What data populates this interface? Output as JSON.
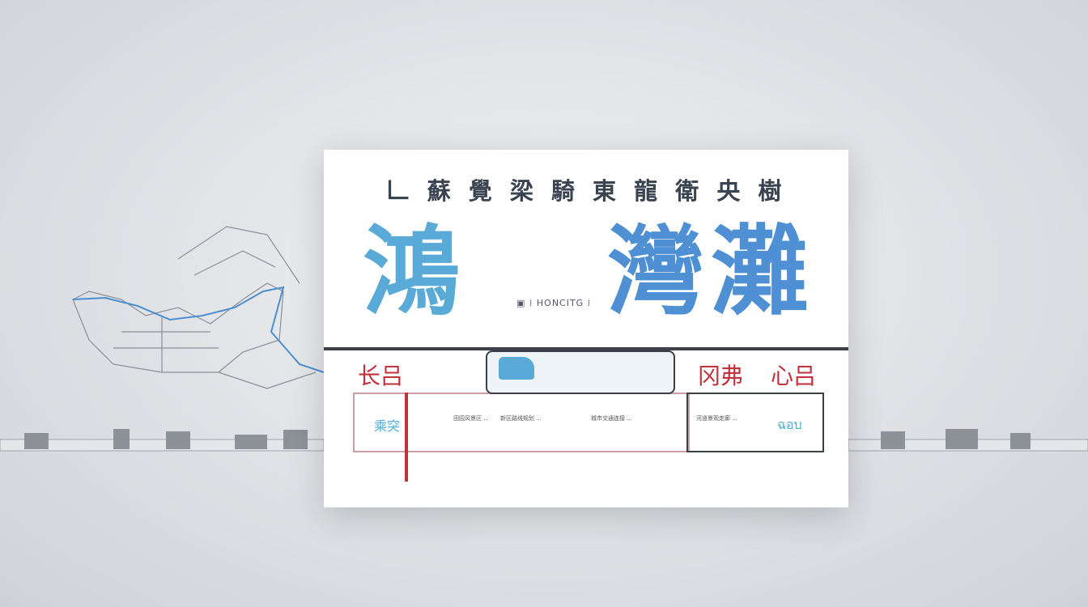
{
  "poster": {
    "title": "𠃊 蘇 覺 梁 騎 東 龍 衛 央 樹",
    "big_left": "鴻",
    "big_right": "灣灘",
    "small_caption": "▣ ⁞ HONCITG ⁞",
    "labels": {
      "red_left": "长吕",
      "red_mid": "冈弗",
      "red_right": "心吕",
      "cyan_left": "乘突",
      "cyan_right": "ฉอบ"
    },
    "text_blocks": [
      "田园风景区 ...",
      "新区路线规划 ...",
      "城市交通连接 ...",
      "河道景观走廊 ..."
    ]
  },
  "colors": {
    "accent_blue": "#5aaad8",
    "accent_red": "#c0323c",
    "dark": "#3a3f48"
  }
}
